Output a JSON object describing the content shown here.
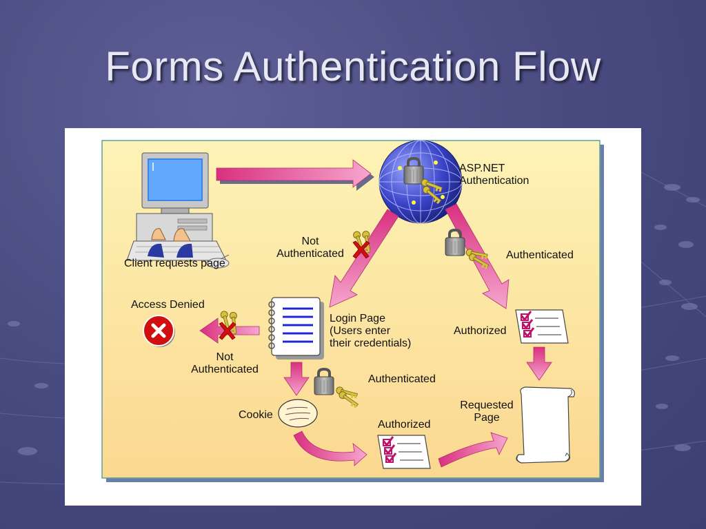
{
  "slide": {
    "title": "Forms Authentication Flow"
  },
  "diagram": {
    "client_label": "Client requests page",
    "asp_label_line1": "ASP.NET",
    "asp_label_line2": "Authentication",
    "not_auth_top_line1": "Not",
    "not_auth_top_line2": "Authenticated",
    "authenticated_right": "Authenticated",
    "access_denied": "Access Denied",
    "login_line1": "Login Page",
    "login_line2": "(Users enter",
    "login_line3": "their credentials)",
    "authorized_right": "Authorized",
    "not_auth_left_line1": "Not",
    "not_auth_left_line2": "Authenticated",
    "authenticated_middle": "Authenticated",
    "cookie": "Cookie",
    "requested_line1": "Requested",
    "requested_line2": "Page",
    "authorized_bottom": "Authorized"
  },
  "icons": {
    "computer": "computer-icon",
    "globe": "globe-icon",
    "padlock": "padlock-icon",
    "keys": "key-icon",
    "deny": "red-x-icon",
    "notepad": "notepad-icon",
    "checklist": "checklist-icon",
    "cookie": "cookie-icon",
    "scroll": "scroll-icon"
  },
  "colors": {
    "arrow_pink": "#e0559a",
    "panel_yellow": "#fcefa8",
    "deny_red": "#d01010"
  }
}
